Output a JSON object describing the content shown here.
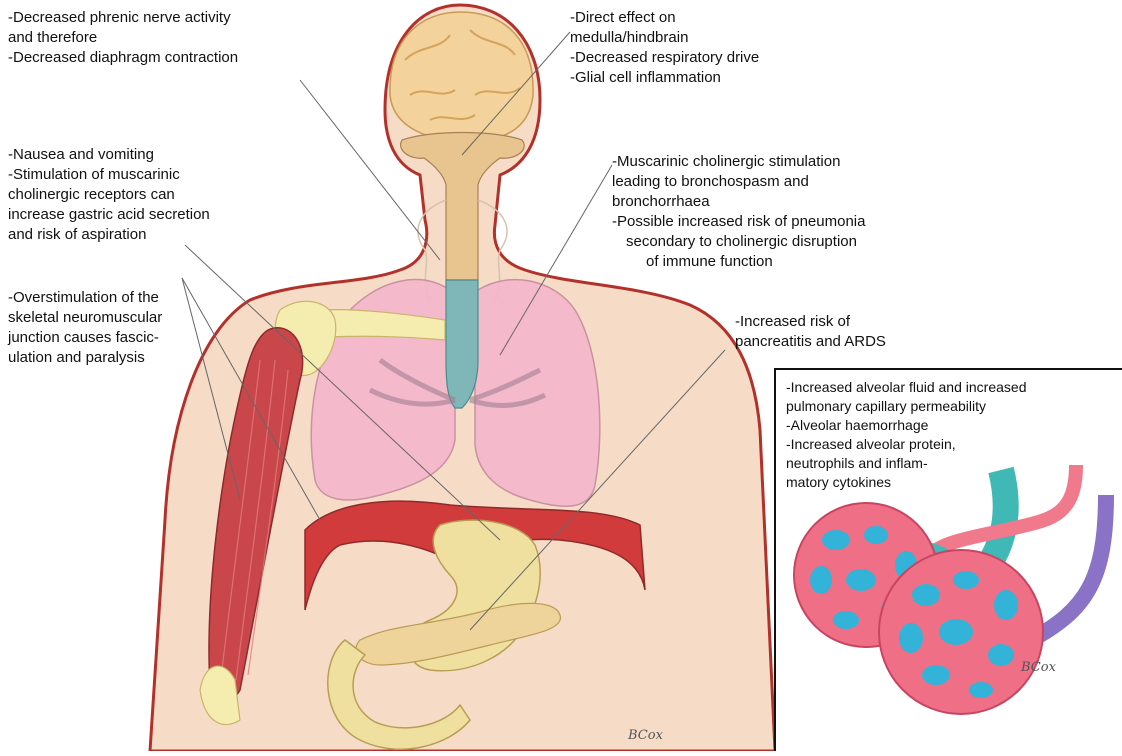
{
  "labels": {
    "phrenic": [
      "-Decreased phrenic nerve activity",
      "and therefore",
      "-Decreased diaphragm contraction"
    ],
    "brain": [
      "-Direct effect on",
      "medulla/hindbrain",
      "-Decreased respiratory drive",
      "-Glial cell inflammation"
    ],
    "gastric": [
      "-Nausea and vomiting",
      "-Stimulation of muscarinic",
      "cholinergic receptors can",
      "increase gastric acid secretion",
      "and risk of aspiration"
    ],
    "bronchi": [
      "-Muscarinic cholinergic stimulation",
      "leading to bronchospasm and",
      "bronchorrhaea",
      "-Possible increased risk of pneumonia",
      "secondary to cholinergic disruption",
      "of immune function"
    ],
    "muscle": [
      "-Overstimulation of the",
      "skeletal neuromuscular",
      "junction causes fascic-",
      "ulation and paralysis"
    ],
    "pancreas": [
      "-Increased risk of",
      "pancreatitis and ARDS"
    ],
    "alveoli": [
      "-Increased alveolar fluid and increased",
      "pulmonary capillary permeability",
      "-Alveolar haemorrhage",
      "-Increased alveolar protein,",
      "neutrophils and inflam-",
      "matory cytokines"
    ]
  },
  "signature": "BCox",
  "inset_signature": "BCox",
  "colors": {
    "skin": "#f6dcc6",
    "outline": "#b3312b",
    "brain": "#f3d39b",
    "brainstem": "#e8c48e",
    "lung": "#f4b6cc",
    "trachea": "#7fb6b8",
    "muscle": "#c9474a",
    "bone": "#f5ecb0",
    "diaphragm": "#d23b3c",
    "stomach": "#efe0a0",
    "pancreas": "#eed39b",
    "alveolus": "#ef6f86",
    "alveolus_hole": "#33b3d8",
    "vessel_teal": "#3fb8b6",
    "vessel_red": "#f07a8c",
    "vessel_purple": "#8a72c6"
  }
}
